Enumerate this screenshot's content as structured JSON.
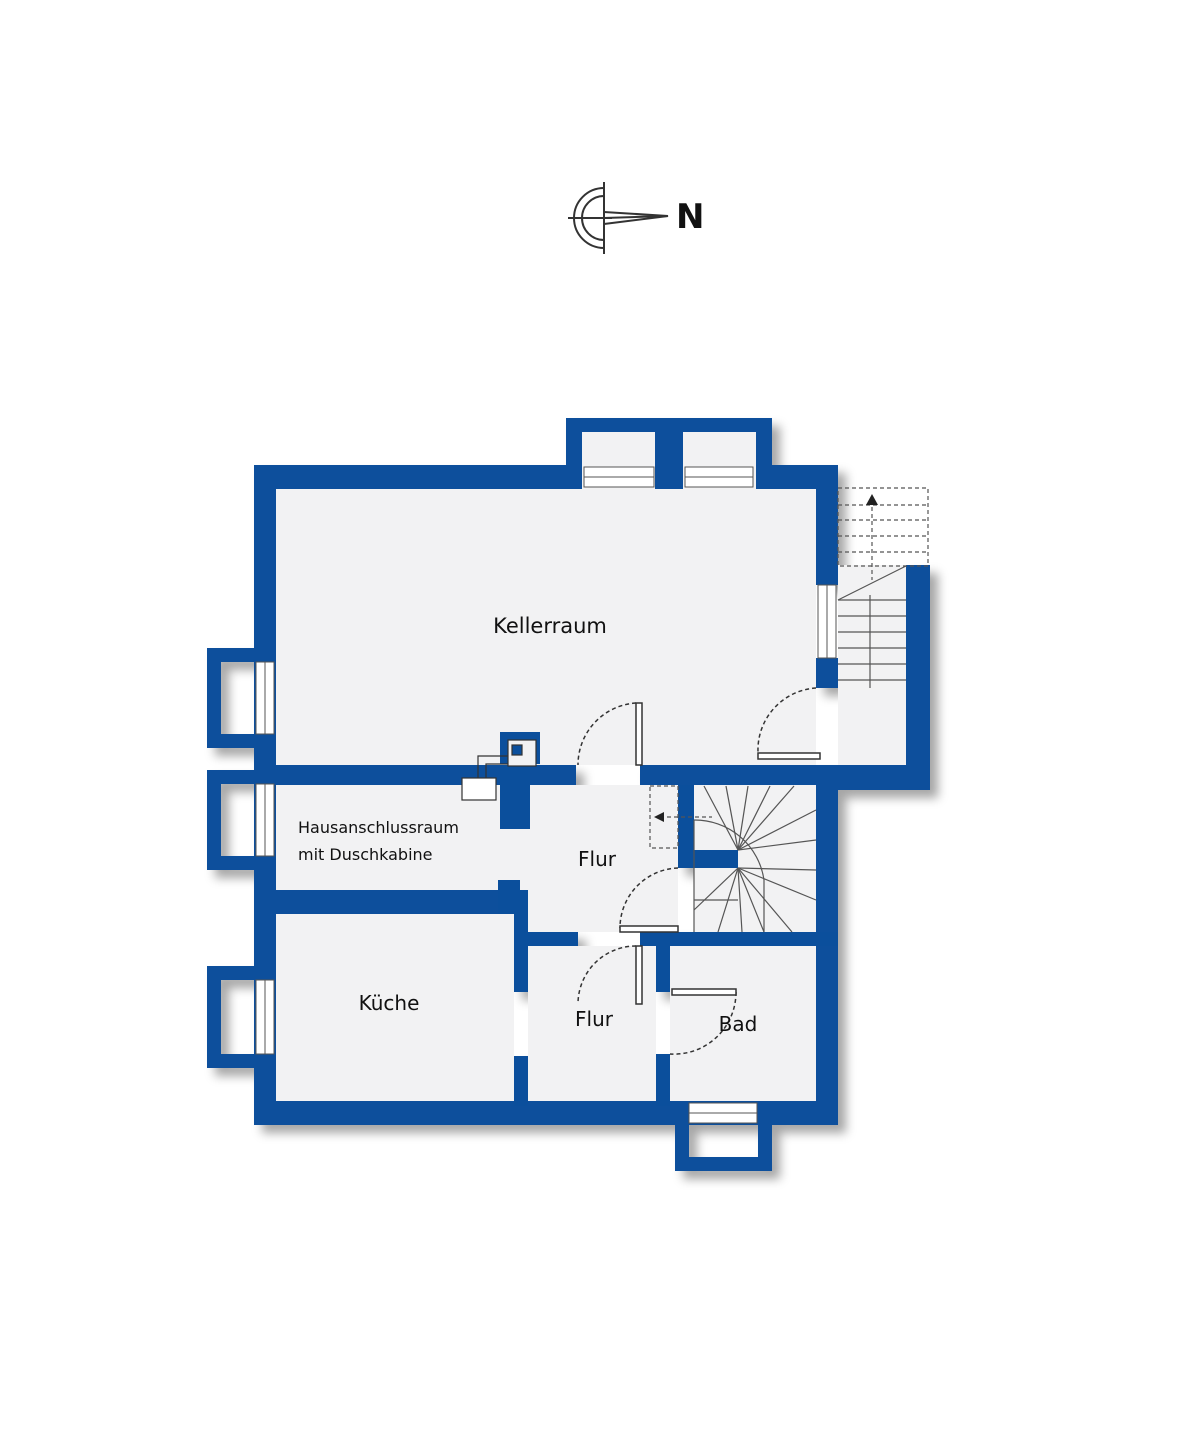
{
  "compass": {
    "label": "N",
    "icon": "north-arrow-icon"
  },
  "rooms": {
    "kellerraum": "Kellerraum",
    "hausanschluss_line1": "Hausanschlussraum",
    "hausanschluss_line2": "mit Duschkabine",
    "flur_upper": "Flur",
    "flur_lower": "Flur",
    "kueche": "Küche",
    "bad": "Bad"
  },
  "colors": {
    "wall": "#0b4f9c",
    "floor": "#f2f2f3",
    "background": "#ffffff",
    "line": "#222222"
  }
}
